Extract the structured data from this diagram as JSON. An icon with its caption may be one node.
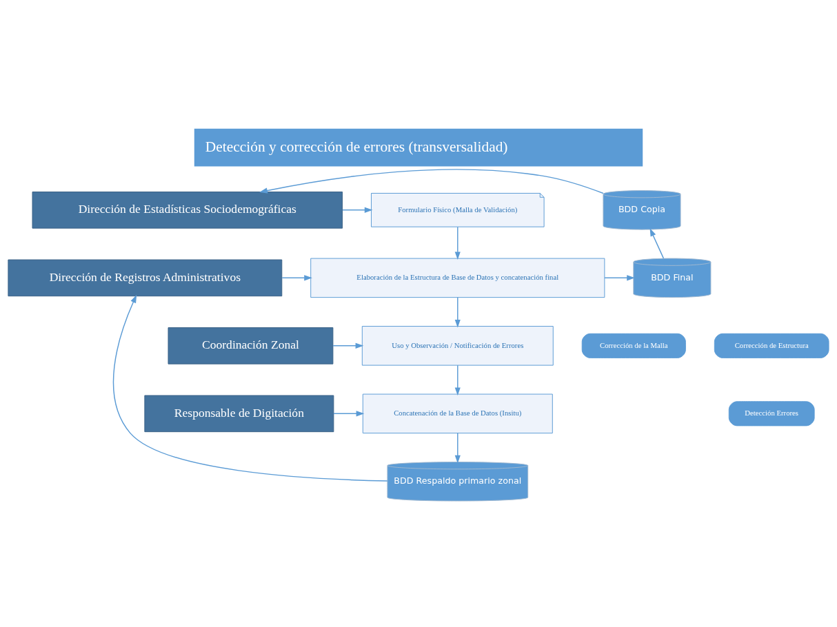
{
  "diagram": {
    "title": "Detección y corrección de errores (transversalidad)",
    "nodes": [
      {
        "text": [
          "Dirección de Estadísticas Sociodemográficas"
        ]
      },
      {
        "text": [
          "Dirección de Registros Administrativos"
        ]
      },
      {
        "text": [
          "Coordinación Zonal"
        ]
      },
      {
        "text": [
          "Responsable de Digitación"
        ]
      },
      {
        "text": [
          "Formulario Físico (Malla de Validación)"
        ]
      },
      {
        "text": [
          "Elaboración de la Estructura de Base de Datos y concatenación final"
        ]
      },
      {
        "text": [
          "Uso y Observación / Notificación de Errores"
        ]
      },
      {
        "text": [
          "Concatenación de la Base de Datos (Insitu)"
        ]
      },
      {
        "text": [
          "BDD Copia"
        ]
      },
      {
        "text": [
          "BDD Final"
        ]
      },
      {
        "text": [
          "BDD Respaldo primario zonal"
        ]
      },
      {
        "text": [
          "Corrección de la Malla"
        ]
      },
      {
        "text": [
          "Corrección de Estructura"
        ]
      },
      {
        "text": [
          "Detección Errores"
        ]
      }
    ],
    "edges": [
      {
        "from": 0,
        "to": 4,
        "arrow": "to"
      },
      {
        "from": 1,
        "to": 5,
        "arrow": "to"
      },
      {
        "from": 2,
        "to": 6,
        "arrow": "to"
      },
      {
        "from": 3,
        "to": 7,
        "arrow": "to"
      },
      {
        "from": 4,
        "to": 5,
        "arrow": "to"
      },
      {
        "from": 5,
        "to": 6,
        "arrow": "to"
      },
      {
        "from": 6,
        "to": 7,
        "arrow": "to"
      },
      {
        "from": 7,
        "to": 10,
        "arrow": "to"
      },
      {
        "from": 5,
        "to": 9,
        "arrow": "to"
      },
      {
        "from": 9,
        "to": 8,
        "arrow": "to"
      },
      {
        "from": 8,
        "to": 0,
        "arrow": "to"
      },
      {
        "from": 10,
        "to": 1,
        "arrow": "to"
      }
    ]
  }
}
